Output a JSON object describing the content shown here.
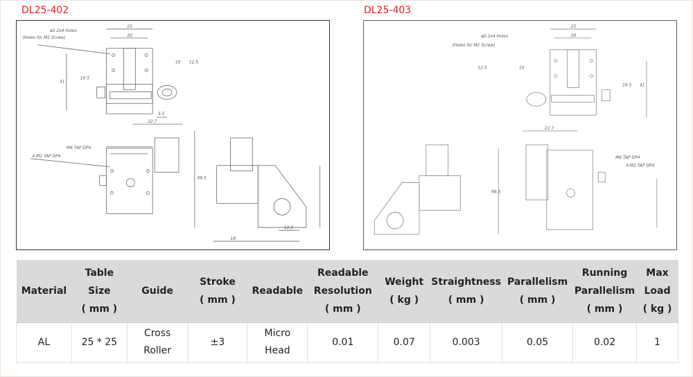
{
  "products": [
    {
      "label": "DL25-402",
      "dims": {
        "holes": "ø2.2x4 Holes",
        "holes_note": "(Holes for M2 Screw)",
        "d25": "25",
        "d20": "20",
        "d10": "10",
        "d12_5": "12.5",
        "d41": "41",
        "d16_5": "16.5",
        "d5_5": "5.5",
        "d22_7": "22.7",
        "m6": "M6 TAP DP4",
        "m2": "4-M2 TAP DP4",
        "d66_5": "66.5",
        "d19": "19",
        "d12_5b": "12.5"
      }
    },
    {
      "label": "DL25-403",
      "dims": {
        "holes": "ø2.2x4 Holes",
        "holes_note": "(Holes for M2 Screw)",
        "d25": "25",
        "d20": "20",
        "d10": "10",
        "d12_5": "12.5",
        "d41": "41",
        "d16_5": "16.5",
        "d22_7": "22.7",
        "m6": "M6 TAP DP4",
        "m2": "4-M2 TAP DP4",
        "d66_5": "66.5"
      }
    }
  ],
  "table": {
    "headers": [
      [
        "Material"
      ],
      [
        "Table",
        "Size",
        "( mm )"
      ],
      [
        "Guide"
      ],
      [
        "Stroke",
        "( mm )"
      ],
      [
        "Readable"
      ],
      [
        "Readable",
        "Resolution",
        "( mm )"
      ],
      [
        "Weight",
        "( kg )"
      ],
      [
        "Straightness",
        "( mm )"
      ],
      [
        "Parallelism",
        "( mm )"
      ],
      [
        "Running",
        "Parallelism",
        "( mm )"
      ],
      [
        "Max",
        "Load",
        "( kg )"
      ]
    ],
    "row": [
      [
        "AL"
      ],
      [
        "25 * 25"
      ],
      [
        "Cross",
        "Roller"
      ],
      [
        "±3"
      ],
      [
        "Micro",
        "Head"
      ],
      [
        "0.01"
      ],
      [
        "0.07"
      ],
      [
        "0.003"
      ],
      [
        "0.05"
      ],
      [
        "0.02"
      ],
      [
        "1"
      ]
    ]
  }
}
